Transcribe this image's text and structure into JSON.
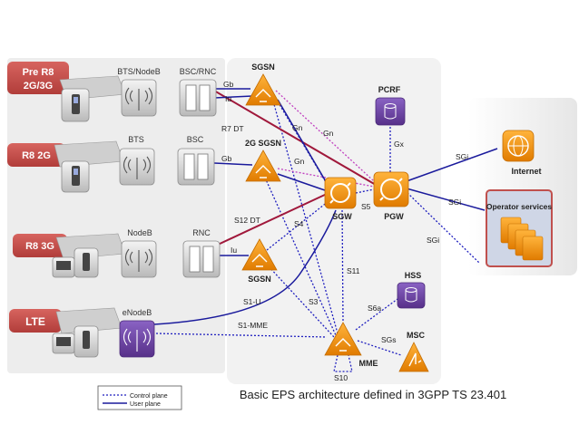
{
  "access_rows": [
    {
      "label_line1": "Pre R8",
      "label_line2": "2G/3G",
      "color": "#c0504d"
    },
    {
      "label_line1": "R8 2G",
      "label_line2": "",
      "color": "#c0504d"
    },
    {
      "label_line1": "R8 3G",
      "label_line2": "",
      "color": "#c0504d"
    },
    {
      "label_line1": "LTE",
      "label_line2": "",
      "color": "#c0504d"
    }
  ],
  "radio_nodes": {
    "bts_nodeb": "BTS/NodeB",
    "bts": "BTS",
    "nodeb": "NodeB",
    "enodeb": "eNodeB"
  },
  "controllers": {
    "bsc_rnc": "BSC/RNC",
    "bsc": "BSC",
    "rnc": "RNC"
  },
  "core_nodes": {
    "sgsn_top": "SGSN",
    "sgsn_2g": "2G SGSN",
    "sgsn_bottom": "SGSN",
    "sgw": "SGW",
    "pgw": "PGW",
    "pcrf": "PCRF",
    "hss": "HSS",
    "mme": "MME",
    "msc": "MSC"
  },
  "external": {
    "internet": "Internet",
    "operator_services": "Operator services"
  },
  "interfaces": {
    "gb_top": "Gb",
    "iu_top": "Iu",
    "gb_mid": "Gb",
    "iu_bottom": "Iu",
    "r7dt": "R7 DT",
    "gn_a": "Gn",
    "gn_b": "Gn",
    "gn_c": "Gn",
    "gx": "Gx",
    "s5": "S5",
    "s4": "S4",
    "s3": "S3",
    "s11": "S11",
    "s12dt": "S12 DT",
    "s1u": "S1-U",
    "s1mme": "S1-MME",
    "s6a": "S6a",
    "sgs": "SGs",
    "s10": "S10",
    "sgi_a": "SGi",
    "sgi_b": "SGi",
    "sgi_c": "SGi"
  },
  "legend": {
    "control_plane": "Control plane",
    "user_plane": "User plane"
  },
  "caption": "Basic EPS architecture defined in 3GPP TS 23.401",
  "colors": {
    "access_bg": "#ededed",
    "core_bg": "#f2f2f2",
    "control_plane": "#1f1fbf",
    "user_plane": "#1a1a9c",
    "r7dt_line": "#a0183b",
    "gn_line": "#c040c0",
    "router_orange": "#f29100",
    "server_purple": "#6b3fa0",
    "ext_box_border": "#c0504d"
  }
}
